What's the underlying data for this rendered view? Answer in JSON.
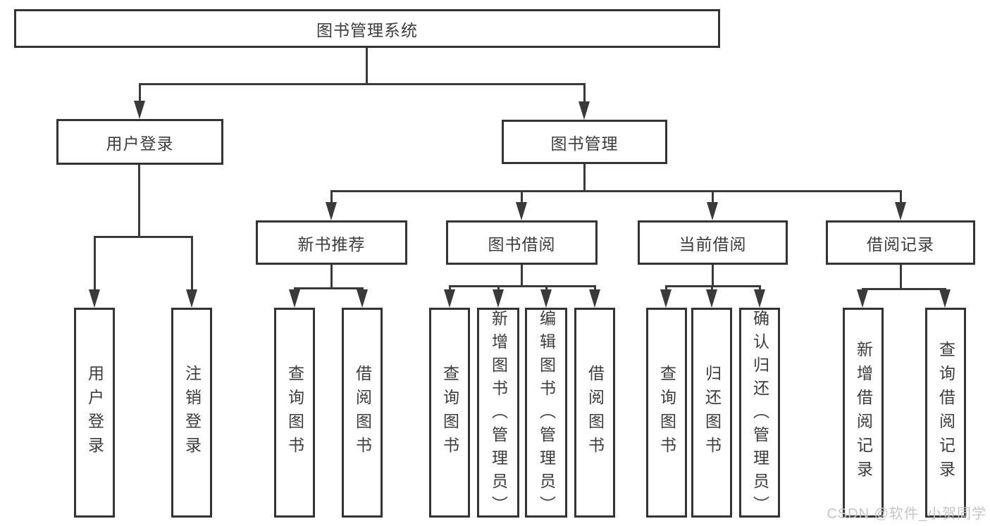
{
  "page": {
    "background": "#ffffff",
    "line_color": "#3a3a3a",
    "box_border_color": "#333333",
    "text_color": "#3c3c3c"
  },
  "watermark": {
    "text": "CSDN @软件_小贺同学",
    "color": "#c6c6c6"
  },
  "nodes": {
    "root": "图书管理系统",
    "user_login": "用户登录",
    "book_mgmt": "图书管理",
    "new_book_rec": "新书推荐",
    "book_borrow": "图书借阅",
    "current_borrow": "当前借阅",
    "borrow_record": "借阅记录",
    "leaf_user_login": "用户登录",
    "leaf_logout": "注销登录",
    "leaf_nbr_query": "查询图书",
    "leaf_nbr_borrow": "借阅图书",
    "leaf_bb_query": "查询图书",
    "leaf_bb_add": "新增图书（管理员）",
    "leaf_bb_edit": "编辑图书（管理员）",
    "leaf_bb_borrow": "借阅图书",
    "leaf_cb_query": "查询图书",
    "leaf_cb_return": "归还图书",
    "leaf_cb_confirm": "确认归还（管理员）",
    "leaf_br_add": "新增借阅记录",
    "leaf_br_query": "查询借阅记录"
  },
  "tree": {
    "图书管理系统": {
      "用户登录": [
        "用户登录",
        "注销登录"
      ],
      "图书管理": {
        "新书推荐": [
          "查询图书",
          "借阅图书"
        ],
        "图书借阅": [
          "查询图书",
          "新增图书（管理员）",
          "编辑图书（管理员）",
          "借阅图书"
        ],
        "当前借阅": [
          "查询图书",
          "归还图书",
          "确认归还（管理员）"
        ],
        "借阅记录": [
          "新增借阅记录",
          "查询借阅记录"
        ]
      }
    }
  }
}
